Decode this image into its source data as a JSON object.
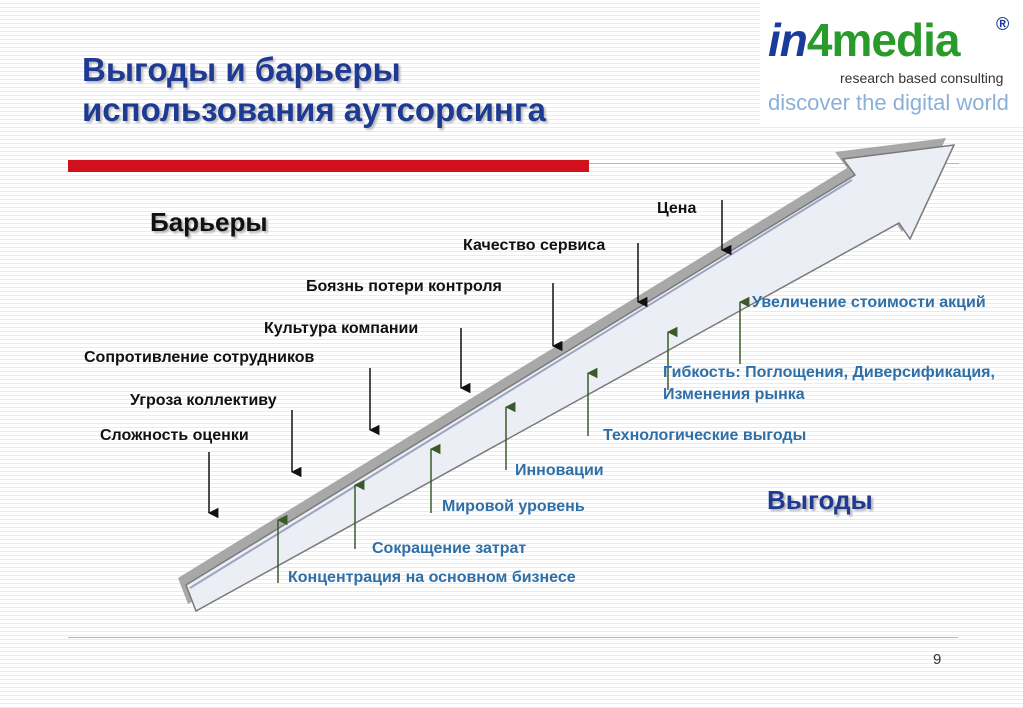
{
  "slide": {
    "title_line1": "Выгоды и барьеры",
    "title_line2": "использования аутсорсинга",
    "page_number": "9"
  },
  "logo": {
    "in": "in",
    "num": "4",
    "media": "media",
    "registered": "®",
    "tagline": "research based consulting",
    "slogan": "discover the digital world"
  },
  "barriers": {
    "heading": "Барьеры",
    "items": [
      "Цена",
      "Качество сервиса",
      "Боязнь потери контроля",
      "Культура компании",
      "Сопротивление сотрудников",
      "Угроза коллективу",
      "Сложность оценки"
    ]
  },
  "benefits": {
    "heading": "Выгоды",
    "items": [
      "Увеличение стоимости акций",
      "Гибкость: Поглощения, Диверсификация, Изменения рынка",
      "Технологические выгоды",
      "Инновации",
      "Мировой уровень",
      "Сокращение затрат",
      "Концентрация на основном бизнесе"
    ]
  },
  "colors": {
    "title": "#1f3a93",
    "accent_bar": "#d0101a",
    "benefit_text": "#2f6fa8",
    "barrier_text": "#111111",
    "arrow_fill": "#ebeef4",
    "arrow_stroke": "#7a7a7a"
  }
}
